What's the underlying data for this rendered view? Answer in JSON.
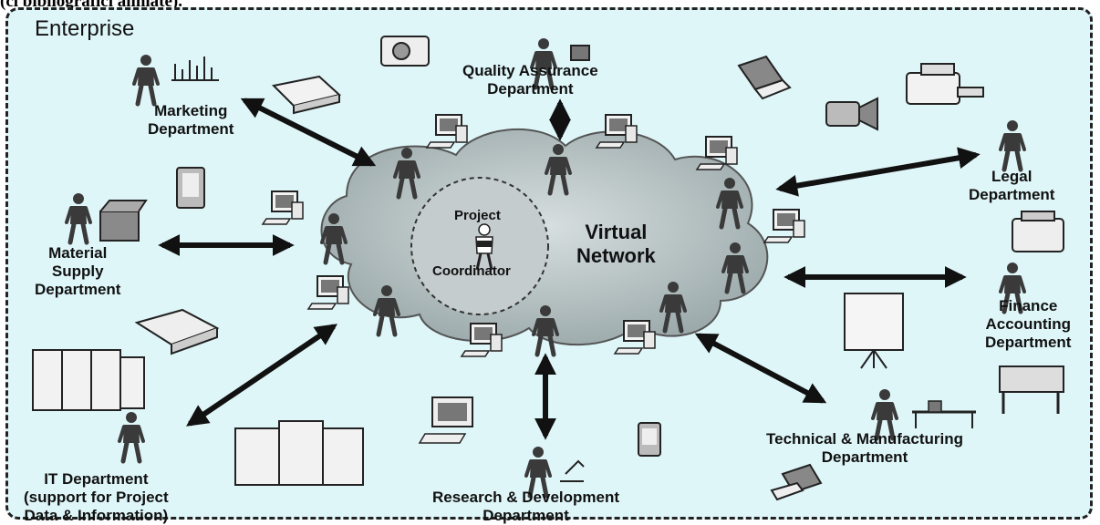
{
  "caption": "(ci bibliografici aliniate).",
  "enterprise_label": "Enterprise",
  "center": {
    "title_lines": [
      "Virtual",
      "Network"
    ],
    "coordinator_top": "Project",
    "coordinator_bottom": "Coordinator"
  },
  "departments": {
    "quality": [
      "Quality Assurance",
      "Department"
    ],
    "marketing": [
      "Marketing",
      "Department"
    ],
    "legal": [
      "Legal",
      "Department"
    ],
    "material": [
      "Material",
      "Supply",
      "Department"
    ],
    "finance": [
      "Finance",
      "Accounting",
      "Department"
    ],
    "it": [
      "IT Department",
      "(support for Project",
      "Data & Information)"
    ],
    "rnd": [
      "Research & Development",
      "Department"
    ],
    "technical": [
      "Technical & Manufacturing",
      "Department"
    ]
  },
  "icons": [
    "camera-icon",
    "scanner-icon",
    "laptop-icon",
    "printer-icon",
    "camcorder-icon",
    "pda-icon",
    "fax-icon",
    "server-icon",
    "monitor-icon",
    "projector-screen-icon",
    "plotter-icon",
    "computer-icon",
    "person-icon"
  ],
  "colors": {
    "background": "#dff6f9",
    "cloud": "#a6b3b4",
    "figure": "#3a3a3a",
    "arrow": "#111111"
  }
}
